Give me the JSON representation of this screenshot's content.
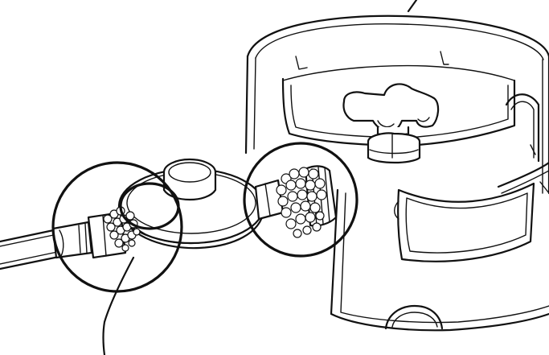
{
  "colors": {
    "line": "#111111",
    "background": "#ffffff"
  },
  "illustration": {
    "subject": "gas-cylinder-regulator-leak-check",
    "parts": [
      "cylinder-collar",
      "cylinder-valve-handwheel",
      "valve-outlet",
      "regulator-body",
      "hose",
      "bubble-callout-hose-connection",
      "bubble-callout-valve-connection",
      "leader-line-top",
      "leader-line-bottom"
    ]
  }
}
